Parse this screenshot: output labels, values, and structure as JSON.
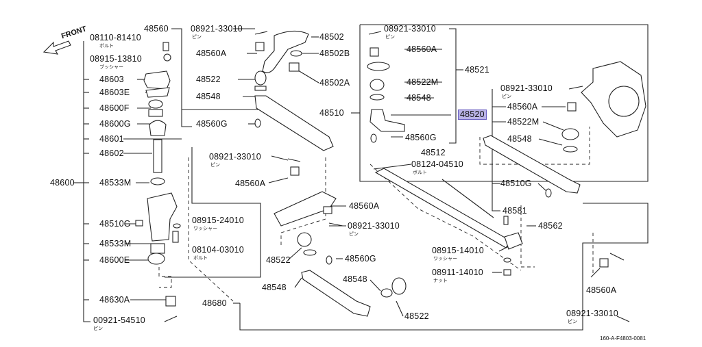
{
  "diagram": {
    "front_label": "FRONT",
    "reference_code": "160-A-F4803-0081",
    "highlighted_part": "48520",
    "labels": {
      "p48560_top": "48560",
      "p08921_33010_a": "08921-33010",
      "pin_a": "ピン",
      "p48502": "48502",
      "p48560A_a": "48560A",
      "p48502B": "48502B",
      "p48522_a": "48522",
      "p48502A": "48502A",
      "p48548_a": "48548",
      "p48560G_a": "48560G",
      "p08110_81410": "08110-81410",
      "bolt_a": "ボルト",
      "p08915_13810": "08915-13810",
      "bushing_a": "ブッシャー",
      "p48603": "48603",
      "p48603E": "48603E",
      "p48600F": "48600F",
      "p48600G": "48600G",
      "p48601": "48601",
      "p48602": "48602",
      "p48600": "48600",
      "p48533M_a": "48533M",
      "p48510G_a": "48510G",
      "p48533M_b": "48533M",
      "p48600E": "48600E",
      "p48630A": "48630A",
      "p00921_54510": "00921-54510",
      "pin_b": "ピン",
      "p08915_24010": "08915-24010",
      "washer_a": "ワッシャー",
      "p08104_03010": "08104-03010",
      "bolt_b": "ボルト",
      "p08921_33010_b": "08921-33010",
      "pin_c": "ピン",
      "p48560A_b": "48560A",
      "p48560A_c": "48560A",
      "p08921_33010_c": "08921-33010",
      "pin_d": "ピン",
      "p48522_b": "48522",
      "p48560G_b": "48560G",
      "p48548_b": "48548",
      "p48548_c": "48548",
      "p48522_c": "48522",
      "p48680": "48680",
      "p08921_33010_d": "08921-33010",
      "pin_e": "ピン",
      "p48560A_d": "48560A",
      "p48521": "48521",
      "p48522M_a": "48522M",
      "p48548_d": "48548",
      "p48510": "48510",
      "p48520": "48520",
      "p48560G_c": "48560G",
      "p48512": "48512",
      "p08124_04510": "08124-04510",
      "bolt_c": "ボルト",
      "p08921_33010_e": "08921-33010",
      "pin_f": "ピン",
      "p48560A_e": "48560A",
      "p48522M_b": "48522M",
      "p48548_e": "48548",
      "p48510G_b": "48510G",
      "p48581": "48581",
      "p48562": "48562",
      "p08915_14010": "08915-14010",
      "washer_b": "ワッシャー",
      "p08911_14010": "08911-14010",
      "nut_a": "ナット",
      "p48560A_f": "48560A",
      "p08921_33010_f": "08921-33010",
      "pin_g": "ピン"
    }
  }
}
